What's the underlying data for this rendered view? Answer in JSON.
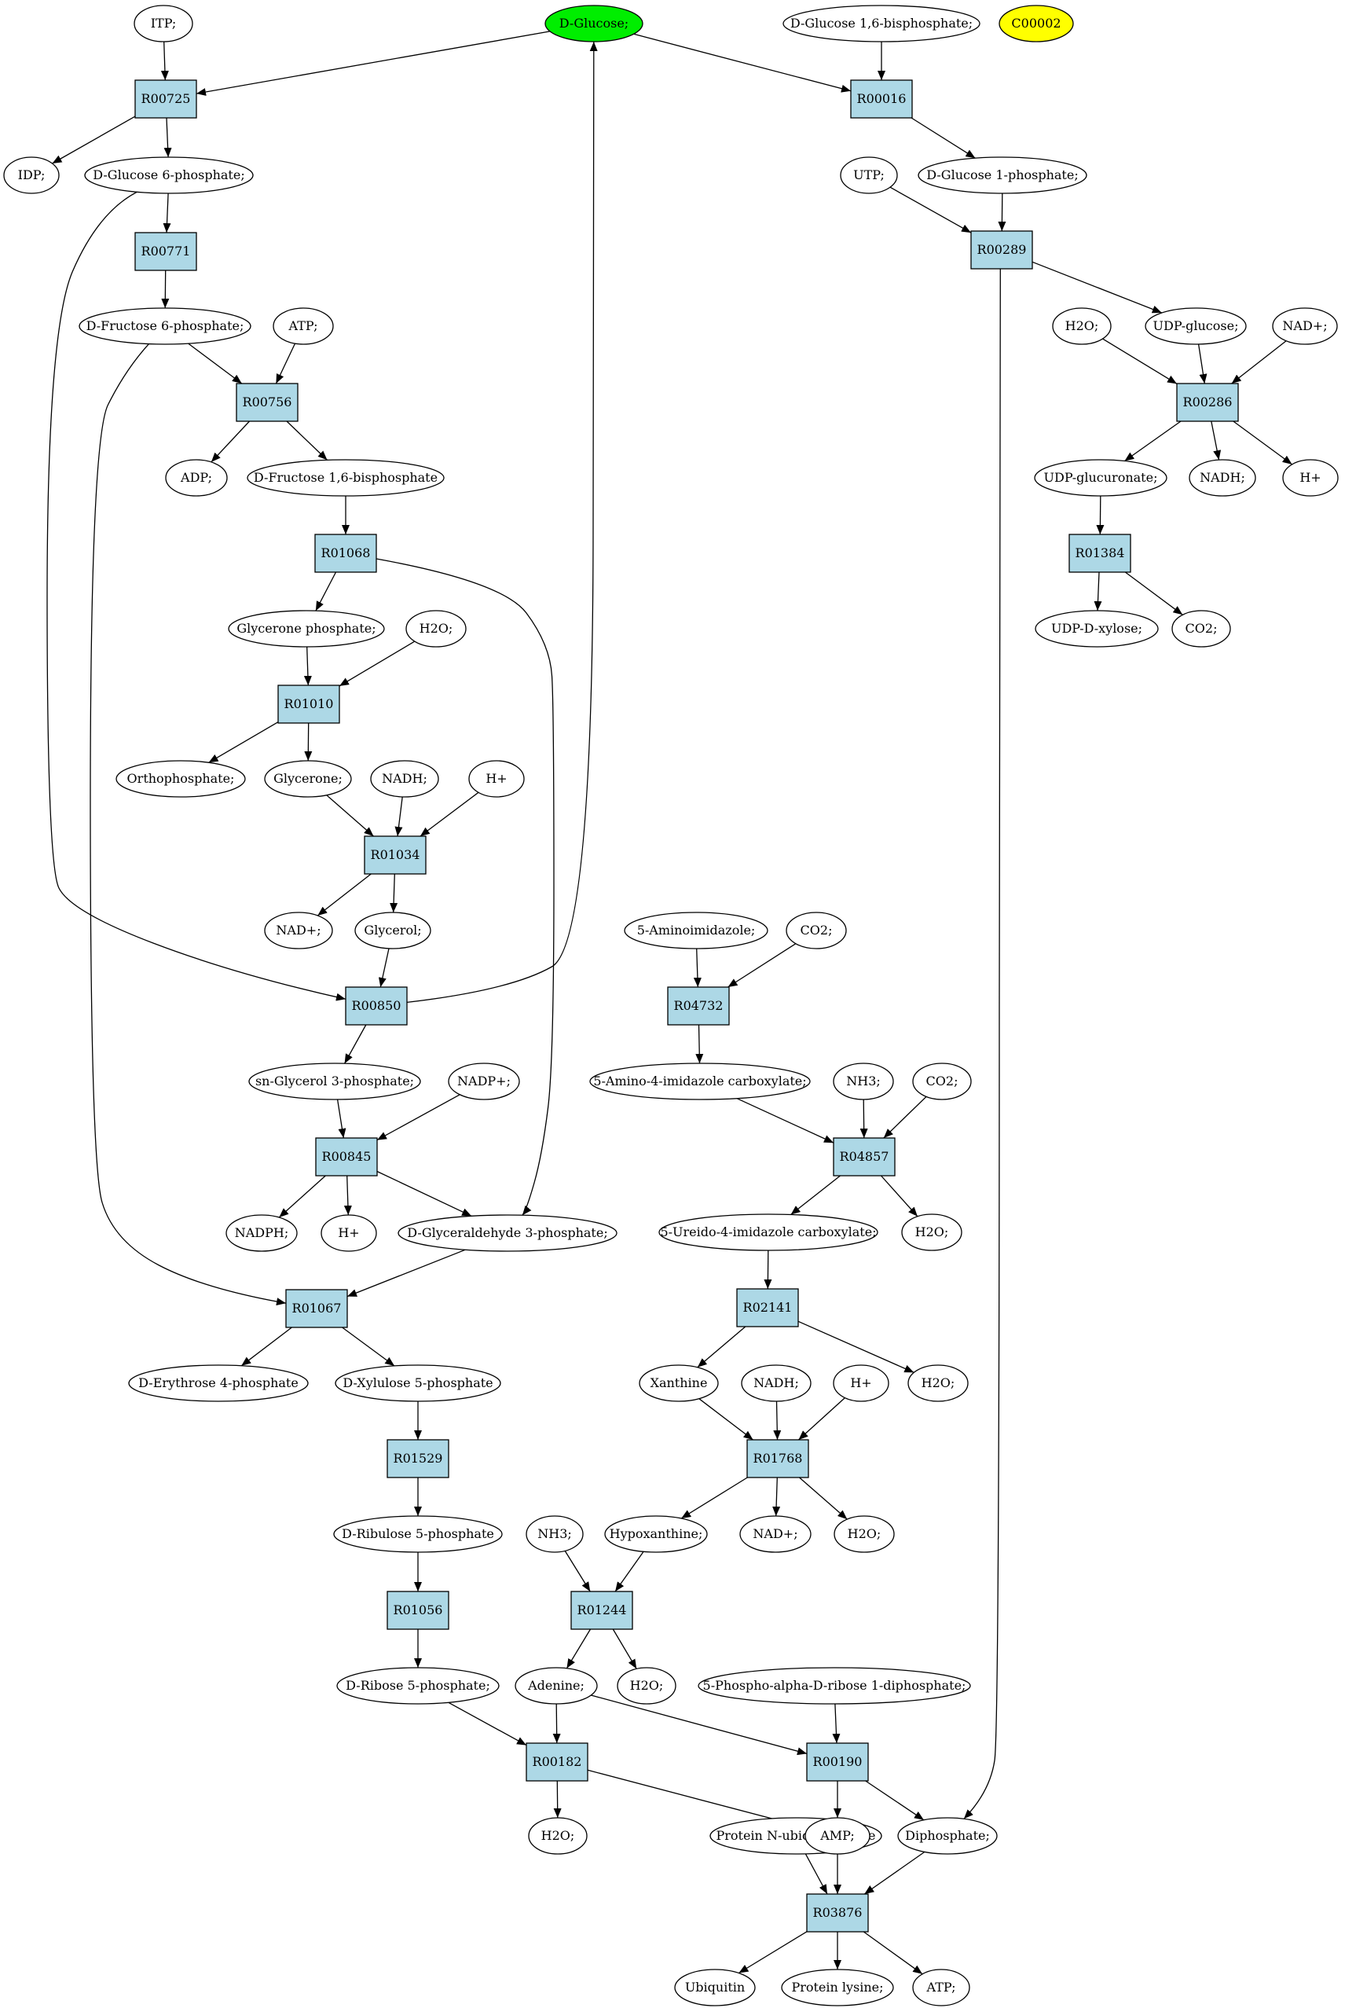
{
  "colors": {
    "reaction_fill": "#add8e6",
    "start_compound_fill": "#00ee00",
    "special_compound_fill": "#ffff00",
    "compound_fill": "#ffffff",
    "stroke": "#000000"
  },
  "reactions": [
    {
      "id": "r1",
      "label": "R00725"
    },
    {
      "id": "r2",
      "label": "R00016"
    },
    {
      "id": "r3",
      "label": "R00771"
    },
    {
      "id": "r4",
      "label": "R00289"
    },
    {
      "id": "r5",
      "label": "R00756"
    },
    {
      "id": "r6",
      "label": "R00286"
    },
    {
      "id": "r7",
      "label": "R01068"
    },
    {
      "id": "r8",
      "label": "R01384"
    },
    {
      "id": "r9",
      "label": "R01010"
    },
    {
      "id": "r10",
      "label": "R01034"
    },
    {
      "id": "r11",
      "label": "R04732"
    },
    {
      "id": "r12",
      "label": "R00850"
    },
    {
      "id": "r13",
      "label": "R00845"
    },
    {
      "id": "r14",
      "label": "R04857"
    },
    {
      "id": "r15",
      "label": "R01067"
    },
    {
      "id": "r16",
      "label": "R02141"
    },
    {
      "id": "r17",
      "label": "R01529"
    },
    {
      "id": "r18",
      "label": "R01768"
    },
    {
      "id": "r19",
      "label": "R01056"
    },
    {
      "id": "r20",
      "label": "R01244"
    },
    {
      "id": "r21",
      "label": "R00182"
    },
    {
      "id": "r22",
      "label": "R00190"
    },
    {
      "id": "r23",
      "label": "R03876"
    }
  ],
  "compounds": [
    {
      "id": "c_itp",
      "label": "ITP;"
    },
    {
      "id": "c_glc",
      "label": "D-Glucose;",
      "role": "start"
    },
    {
      "id": "c_g16bp",
      "label": "D-Glucose 1,6-bisphosphate;"
    },
    {
      "id": "c_c00002",
      "label": "C00002",
      "role": "special"
    },
    {
      "id": "c_idp",
      "label": "IDP;"
    },
    {
      "id": "c_g6p",
      "label": "D-Glucose 6-phosphate;"
    },
    {
      "id": "c_utp",
      "label": "UTP;"
    },
    {
      "id": "c_g1p",
      "label": "D-Glucose 1-phosphate;"
    },
    {
      "id": "c_f6p",
      "label": "D-Fructose 6-phosphate;"
    },
    {
      "id": "c_atp1",
      "label": "ATP;"
    },
    {
      "id": "c_h2o_a",
      "label": "H2O;"
    },
    {
      "id": "c_udpg",
      "label": "UDP-glucose;"
    },
    {
      "id": "c_nadp_a",
      "label": "NAD+;"
    },
    {
      "id": "c_adp",
      "label": "ADP;"
    },
    {
      "id": "c_fbp",
      "label": "D-Fructose 1,6-bisphosphate"
    },
    {
      "id": "c_udpgluc",
      "label": "UDP-glucuronate;"
    },
    {
      "id": "c_nadh_a",
      "label": "NADH;"
    },
    {
      "id": "c_h_a",
      "label": "H+"
    },
    {
      "id": "c_dhap",
      "label": "Glycerone phosphate;"
    },
    {
      "id": "c_h2o_b",
      "label": "H2O;"
    },
    {
      "id": "c_udpxyl",
      "label": "UDP-D-xylose;"
    },
    {
      "id": "c_co2_a",
      "label": "CO2;"
    },
    {
      "id": "c_pi",
      "label": "Orthophosphate;"
    },
    {
      "id": "c_glycerone",
      "label": "Glycerone;"
    },
    {
      "id": "c_nadh_b",
      "label": "NADH;"
    },
    {
      "id": "c_h_b",
      "label": "H+"
    },
    {
      "id": "c_nadp_b",
      "label": "NAD+;"
    },
    {
      "id": "c_glycerol",
      "label": "Glycerol;"
    },
    {
      "id": "c_air",
      "label": "5-Aminoimidazole;"
    },
    {
      "id": "c_co2_b",
      "label": "CO2;"
    },
    {
      "id": "c_g3p",
      "label": "sn-Glycerol 3-phosphate;"
    },
    {
      "id": "c_nadpplus",
      "label": "NADP+;"
    },
    {
      "id": "c_aicx",
      "label": "5-Amino-4-imidazole carboxylate;"
    },
    {
      "id": "c_nh3_a",
      "label": "NH3;"
    },
    {
      "id": "c_co2_c",
      "label": "CO2;"
    },
    {
      "id": "c_nadph",
      "label": "NADPH;"
    },
    {
      "id": "c_h_c",
      "label": "H+"
    },
    {
      "id": "c_gap",
      "label": "D-Glyceraldehyde 3-phosphate;"
    },
    {
      "id": "c_uicx",
      "label": "5-Ureido-4-imidazole carboxylate;"
    },
    {
      "id": "c_h2o_c",
      "label": "H2O;"
    },
    {
      "id": "c_e4p",
      "label": "D-Erythrose 4-phosphate"
    },
    {
      "id": "c_xu5p",
      "label": "D-Xylulose 5-phosphate"
    },
    {
      "id": "c_xanthine",
      "label": "Xanthine"
    },
    {
      "id": "c_nadh_c",
      "label": "NADH;"
    },
    {
      "id": "c_h_d",
      "label": "H+"
    },
    {
      "id": "c_h2o_d",
      "label": "H2O;"
    },
    {
      "id": "c_ru5p",
      "label": "D-Ribulose 5-phosphate"
    },
    {
      "id": "c_nh3_b",
      "label": "NH3;"
    },
    {
      "id": "c_hypox",
      "label": "Hypoxanthine;"
    },
    {
      "id": "c_nadp_c",
      "label": "NAD+;"
    },
    {
      "id": "c_h2o_e",
      "label": "H2O;"
    },
    {
      "id": "c_r5p",
      "label": "D-Ribose 5-phosphate;"
    },
    {
      "id": "c_adenine",
      "label": "Adenine;"
    },
    {
      "id": "c_h2o_f",
      "label": "H2O;"
    },
    {
      "id": "c_prpp",
      "label": "5-Phospho-alpha-D-ribose 1-diphosphate;"
    },
    {
      "id": "c_h2o_g",
      "label": "H2O;"
    },
    {
      "id": "c_protub",
      "label": "Protein N-ubiquityllysine"
    },
    {
      "id": "c_amp",
      "label": "AMP;"
    },
    {
      "id": "c_ppi",
      "label": "Diphosphate;"
    },
    {
      "id": "c_ubiquitin",
      "label": "Ubiquitin"
    },
    {
      "id": "c_protlys",
      "label": "Protein lysine;"
    },
    {
      "id": "c_atp2",
      "label": "ATP;"
    }
  ],
  "edges": [
    [
      "c_itp",
      "r1"
    ],
    [
      "c_glc",
      "r1"
    ],
    [
      "r1",
      "c_idp"
    ],
    [
      "r1",
      "c_g6p"
    ],
    [
      "c_glc",
      "r2"
    ],
    [
      "c_g16bp",
      "r2"
    ],
    [
      "r2",
      "c_g1p"
    ],
    [
      "c_g6p",
      "r3"
    ],
    [
      "r3",
      "c_f6p"
    ],
    [
      "c_utp",
      "r4"
    ],
    [
      "c_g1p",
      "r4"
    ],
    [
      "r4",
      "c_udpg"
    ],
    [
      "r4",
      "c_ppi"
    ],
    [
      "c_f6p",
      "r5"
    ],
    [
      "c_atp1",
      "r5"
    ],
    [
      "r5",
      "c_adp"
    ],
    [
      "r5",
      "c_fbp"
    ],
    [
      "c_h2o_a",
      "r6"
    ],
    [
      "c_udpg",
      "r6"
    ],
    [
      "c_nadp_a",
      "r6"
    ],
    [
      "r6",
      "c_udpgluc"
    ],
    [
      "r6",
      "c_nadh_a"
    ],
    [
      "r6",
      "c_h_a"
    ],
    [
      "c_fbp",
      "r7"
    ],
    [
      "r7",
      "c_dhap"
    ],
    [
      "r7",
      "c_gap"
    ],
    [
      "c_udpgluc",
      "r8"
    ],
    [
      "r8",
      "c_udpxyl"
    ],
    [
      "r8",
      "c_co2_a"
    ],
    [
      "c_dhap",
      "r9"
    ],
    [
      "c_h2o_b",
      "r9"
    ],
    [
      "r9",
      "c_pi"
    ],
    [
      "r9",
      "c_glycerone"
    ],
    [
      "c_glycerone",
      "r10"
    ],
    [
      "c_nadh_b",
      "r10"
    ],
    [
      "c_h_b",
      "r10"
    ],
    [
      "r10",
      "c_nadp_b"
    ],
    [
      "r10",
      "c_glycerol"
    ],
    [
      "c_air",
      "r11"
    ],
    [
      "c_co2_b",
      "r11"
    ],
    [
      "r11",
      "c_aicx"
    ],
    [
      "c_g6p",
      "r12"
    ],
    [
      "c_glycerol",
      "r12"
    ],
    [
      "r12",
      "c_glc"
    ],
    [
      "r12",
      "c_g3p"
    ],
    [
      "c_g3p",
      "r13"
    ],
    [
      "c_nadpplus",
      "r13"
    ],
    [
      "r13",
      "c_nadph"
    ],
    [
      "r13",
      "c_h_c"
    ],
    [
      "r13",
      "c_gap"
    ],
    [
      "c_aicx",
      "r14"
    ],
    [
      "c_nh3_a",
      "r14"
    ],
    [
      "c_co2_c",
      "r14"
    ],
    [
      "r14",
      "c_uicx"
    ],
    [
      "r14",
      "c_h2o_c"
    ],
    [
      "c_f6p",
      "r15"
    ],
    [
      "c_gap",
      "r15"
    ],
    [
      "r15",
      "c_e4p"
    ],
    [
      "r15",
      "c_xu5p"
    ],
    [
      "c_uicx",
      "r16"
    ],
    [
      "r16",
      "c_xanthine"
    ],
    [
      "r16",
      "c_h2o_d"
    ],
    [
      "c_xu5p",
      "r17"
    ],
    [
      "r17",
      "c_ru5p"
    ],
    [
      "c_xanthine",
      "r18"
    ],
    [
      "c_nadh_c",
      "r18"
    ],
    [
      "c_h_d",
      "r18"
    ],
    [
      "r18",
      "c_hypox"
    ],
    [
      "r18",
      "c_nadp_c"
    ],
    [
      "r18",
      "c_h2o_e"
    ],
    [
      "c_ru5p",
      "r19"
    ],
    [
      "r19",
      "c_r5p"
    ],
    [
      "c_nh3_b",
      "r20"
    ],
    [
      "c_hypox",
      "r20"
    ],
    [
      "r20",
      "c_adenine"
    ],
    [
      "r20",
      "c_h2o_f"
    ],
    [
      "c_r5p",
      "r21"
    ],
    [
      "c_adenine",
      "r21"
    ],
    [
      "r21",
      "c_h2o_g"
    ],
    [
      "r21",
      "c_amp"
    ],
    [
      "c_adenine",
      "r22"
    ],
    [
      "c_prpp",
      "r22"
    ],
    [
      "r22",
      "c_amp"
    ],
    [
      "r22",
      "c_ppi"
    ],
    [
      "c_protub",
      "r23"
    ],
    [
      "c_amp",
      "r23"
    ],
    [
      "c_ppi",
      "r23"
    ],
    [
      "r23",
      "c_ubiquitin"
    ],
    [
      "r23",
      "c_protlys"
    ],
    [
      "r23",
      "c_atp2"
    ]
  ]
}
